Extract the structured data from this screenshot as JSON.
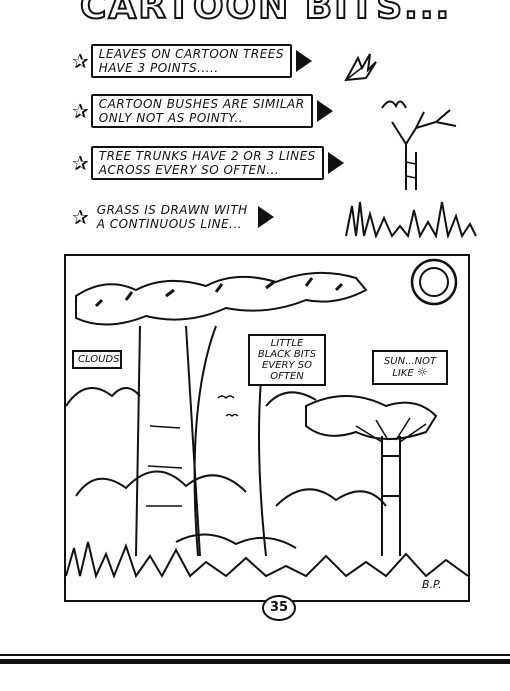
{
  "page": {
    "title": "CARTOON BITS",
    "title_suffix": "...",
    "tips": [
      {
        "line1": "LEAVES ON CARTOON TREES",
        "line2": "HAVE 3 POINTS....."
      },
      {
        "line1": "CARTOON BUSHES ARE SIMILAR",
        "line2": "ONLY NOT AS POINTY.."
      },
      {
        "line1": "TREE TRUNKS HAVE 2 OR 3 LINES",
        "line2": "ACROSS EVERY SO OFTEN..."
      },
      {
        "line1": "GRASS IS DRAWN WITH",
        "line2": "A CONTINUOUS LINE..."
      }
    ],
    "callouts": {
      "clouds": "CLOUDS",
      "black_bits": "LITTLE BLACK BITS EVERY SO OFTEN",
      "sun": "SUN...NOT LIKE"
    },
    "page_number": "35",
    "signature": "B.P."
  },
  "colors": {
    "ink": "#111111",
    "paper": "#ffffff"
  }
}
